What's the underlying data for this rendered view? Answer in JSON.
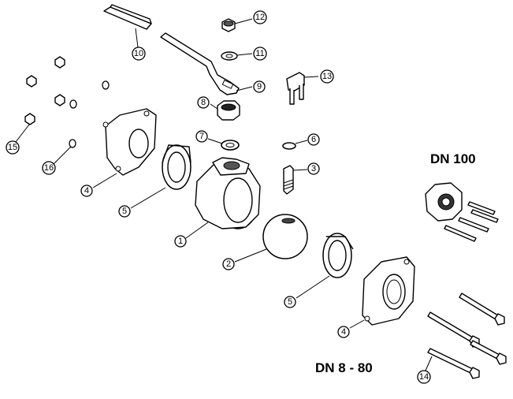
{
  "diagram": {
    "headings": {
      "dn100": "DN 100",
      "dn8_80": "DN 8 - 80"
    },
    "callouts": [
      "1",
      "2",
      "3",
      "4",
      "5",
      "6",
      "7",
      "8",
      "9",
      "10",
      "11",
      "12",
      "13",
      "14",
      "15",
      "16"
    ],
    "callouts_repeat": {
      "4b": "4",
      "5b": "5"
    }
  }
}
